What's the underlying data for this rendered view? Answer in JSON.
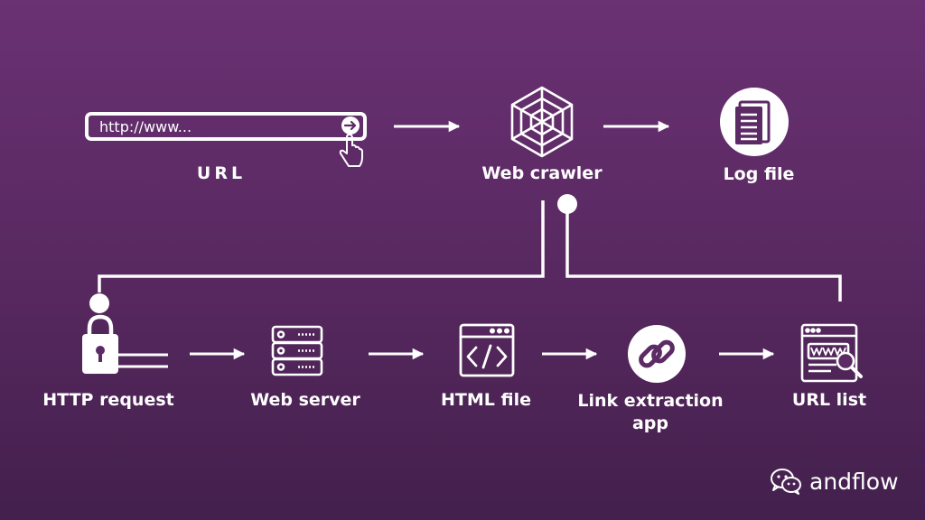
{
  "url_bar": {
    "text": "http://www..."
  },
  "labels": {
    "url": "URL",
    "web_crawler": "Web crawler",
    "log_file": "Log file",
    "http_request": "HTTP request",
    "web_server": "Web server",
    "html_file": "HTML file",
    "link_extraction_line1": "Link extraction",
    "link_extraction_line2": "app",
    "url_list": "URL list"
  },
  "icons": [
    "arrow-go-icon",
    "hand-pointer-icon",
    "spider-web-icon",
    "document-icon",
    "padlock-icon",
    "server-icon",
    "code-window-icon",
    "chain-link-icon",
    "www-magnifier-icon",
    "wechat-icon"
  ],
  "brand": {
    "name": "andflow"
  },
  "colors": {
    "background_top": "#6a3173",
    "background_bottom": "#43204d",
    "foreground": "#ffffff"
  }
}
